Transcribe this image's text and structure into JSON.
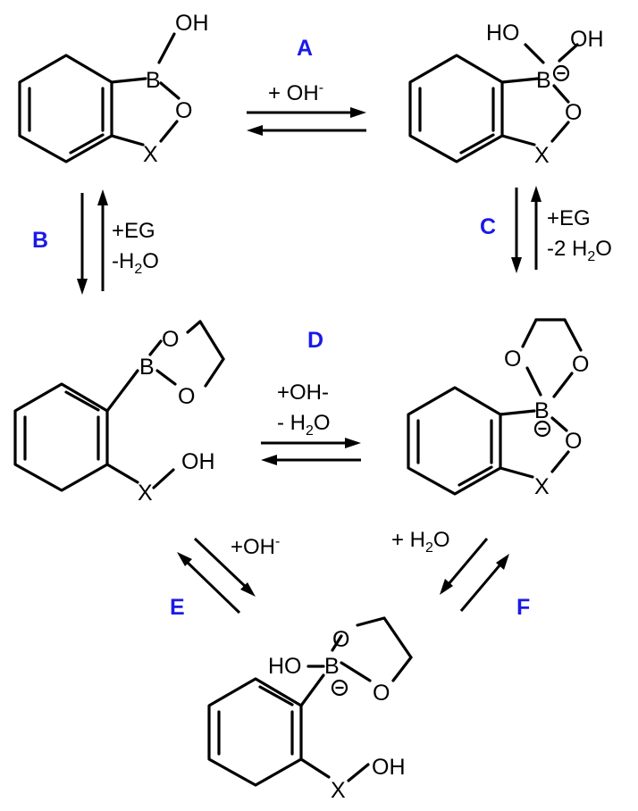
{
  "colors": {
    "step_label": "#1a1ae6",
    "line": "#000000"
  },
  "atoms": {
    "oh": "OH",
    "ho": "HO",
    "b": "B",
    "o": "O",
    "x": "X"
  },
  "steps": {
    "a": {
      "label": "A",
      "cond1": "+ OH",
      "cond1_sup": "-"
    },
    "b": {
      "label": "B",
      "cond1": "+EG",
      "cond2_pre": "-H",
      "cond2_sub": "2",
      "cond2_post": "O"
    },
    "c": {
      "label": "C",
      "cond1": "+EG",
      "cond2_pre": "-2 H",
      "cond2_sub": "2",
      "cond2_post": "O"
    },
    "d": {
      "label": "D",
      "cond1": "+OH-",
      "cond2_pre": "- H",
      "cond2_sub": "2",
      "cond2_post": "O"
    },
    "e": {
      "label": "E",
      "cond1": "+OH",
      "cond1_sup": "-"
    },
    "f": {
      "label": "F",
      "cond1_pre": "+ H",
      "cond1_sub": "2",
      "cond1_post": "O"
    }
  }
}
